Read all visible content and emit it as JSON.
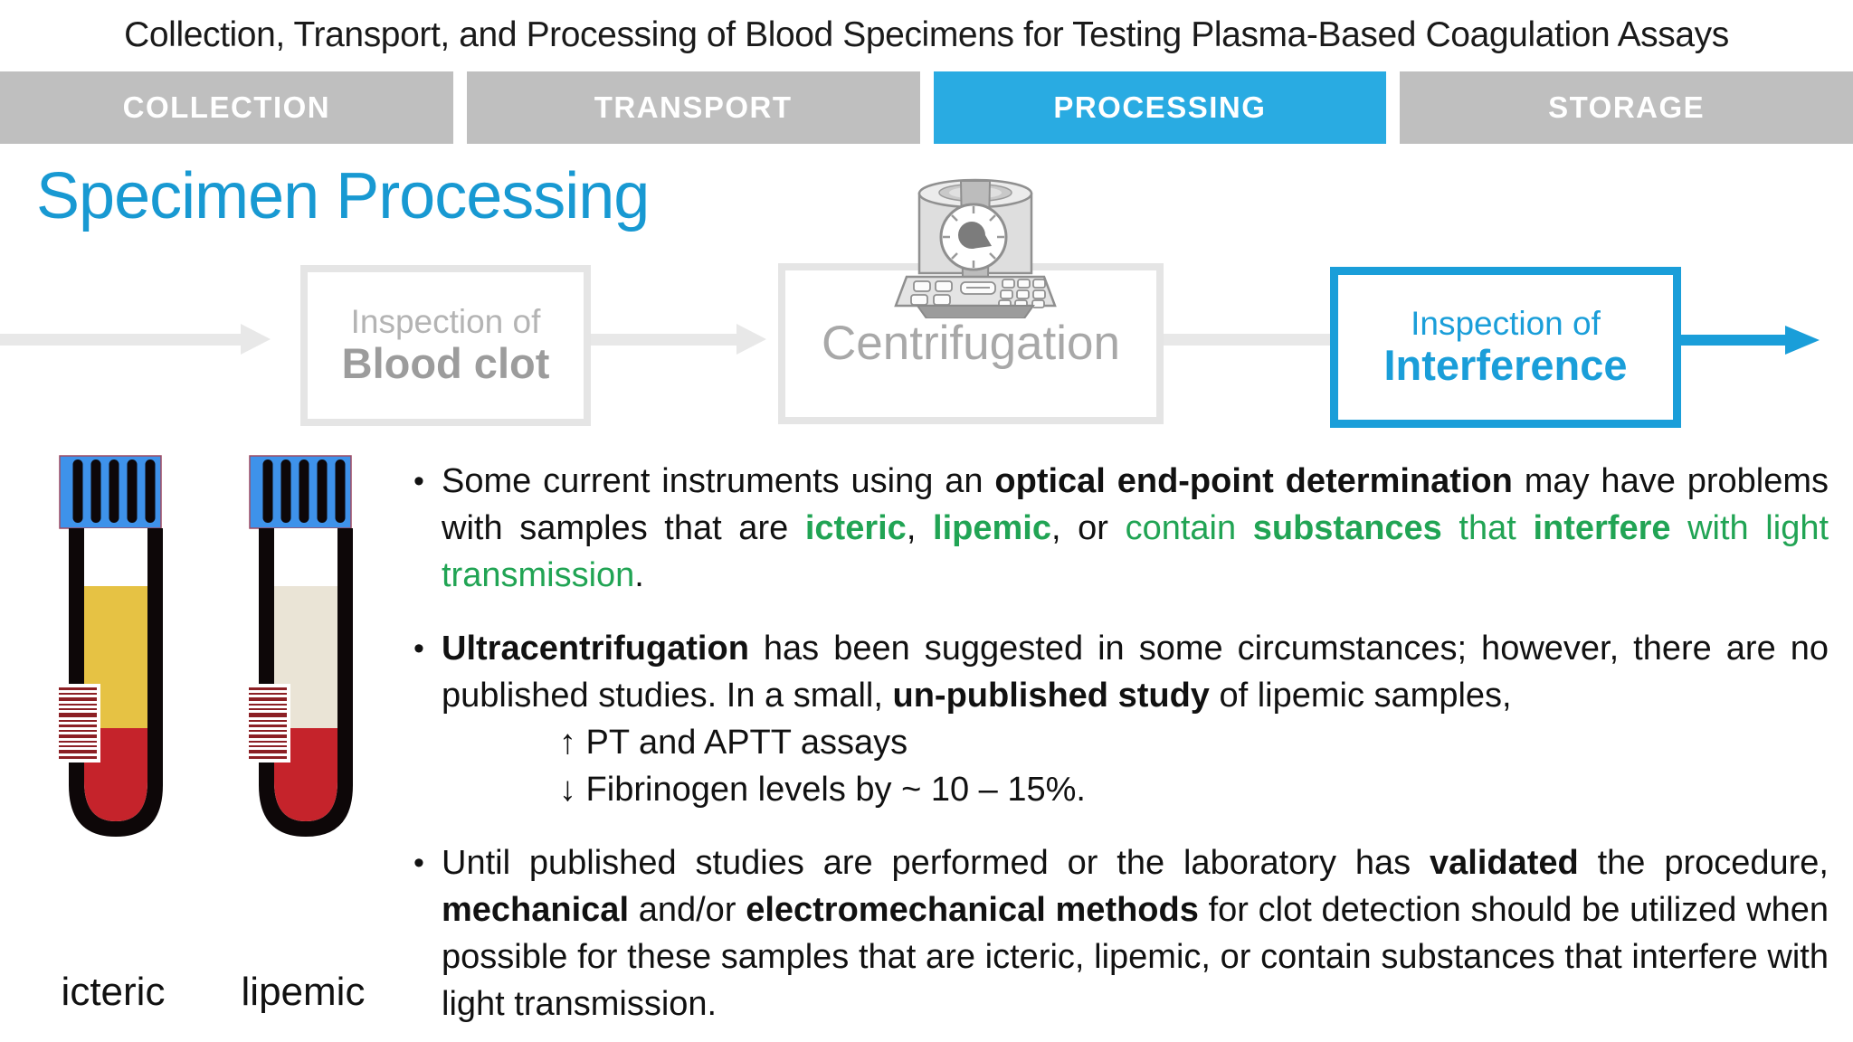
{
  "title": "Collection, Transport, and Processing of Blood Specimens for Testing Plasma-Based Coagulation Assays",
  "tabs": {
    "items": [
      {
        "label": "COLLECTION",
        "active": false
      },
      {
        "label": "TRANSPORT",
        "active": false
      },
      {
        "label": "PROCESSING",
        "active": true
      },
      {
        "label": "STORAGE",
        "active": false
      }
    ]
  },
  "heading": "Specimen Processing",
  "flow": {
    "step_blood_clot": {
      "prefix": "Inspection of",
      "name": "Blood clot"
    },
    "step_centrifugation": {
      "name": "Centrifugation",
      "icon": "centrifuge-icon"
    },
    "step_interference": {
      "prefix": "Inspection of",
      "name": "Interference"
    }
  },
  "tubes": [
    {
      "label": "icteric",
      "plasma_hex": "#e6c244"
    },
    {
      "label": "lipemic",
      "plasma_hex": "#eae4d6"
    }
  ],
  "bullets": {
    "marker": "•",
    "items": [
      {
        "segments": [
          {
            "t": "Some current instruments using an "
          },
          {
            "t": "optical end-point determination",
            "bold": true
          },
          {
            "t": " may have problems with samples that are "
          },
          {
            "t": "icteric",
            "bold": true,
            "green": true
          },
          {
            "t": ", "
          },
          {
            "t": "lipemic",
            "bold": true,
            "green": true
          },
          {
            "t": ", or "
          },
          {
            "t": "contain ",
            "green": true
          },
          {
            "t": "substances",
            "bold": true,
            "green": true
          },
          {
            "t": " that ",
            "green": true
          },
          {
            "t": "interfere",
            "bold": true,
            "green": true
          },
          {
            "t": " with light transmission",
            "green": true
          },
          {
            "t": "."
          }
        ]
      },
      {
        "segments": [
          {
            "t": "Ultracentrifugation",
            "bold": true
          },
          {
            "t": " has been suggested in some circumstances; however, there are no published studies. In a small, "
          },
          {
            "t": "un-published study",
            "bold": true
          },
          {
            "t": " of lipemic samples,"
          }
        ],
        "sub_lines": [
          "↑ PT and APTT assays",
          "↓ Fibrinogen levels by ~ 10 – 15%."
        ]
      },
      {
        "segments": [
          {
            "t": "Until published studies are performed or the laboratory has "
          },
          {
            "t": "validated",
            "bold": true
          },
          {
            "t": " the procedure, "
          },
          {
            "t": "mechanical",
            "bold": true
          },
          {
            "t": " and/or "
          },
          {
            "t": "electromechanical methods",
            "bold": true
          },
          {
            "t": " for clot detection should be utilized when possible for these samples that are icteric, lipemic, or contain substances that interfere with light transmission."
          }
        ]
      }
    ]
  },
  "colors": {
    "accent_blue": "#29abe2",
    "heading_blue": "#1899d2",
    "flow_blue": "#1a9ed9",
    "tab_gray": "#bfbfbf",
    "flow_gray": "#e8e8e8",
    "green": "#21a454",
    "cap_blue": "#3e92ea",
    "blood_red": "#c5232b",
    "barcode_red": "#8c2025"
  }
}
